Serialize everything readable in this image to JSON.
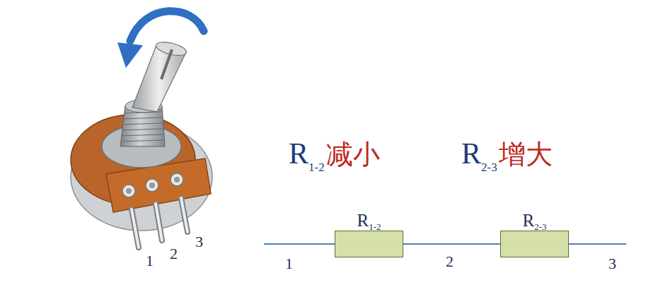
{
  "diagram": {
    "nodes": [
      {
        "text": [
          "R",
          "1-2"
        ]
      },
      {
        "text": [
          "R",
          "2-3"
        ]
      }
    ],
    "edges": [
      {
        "from": 0,
        "to": 1,
        "arrow": "none"
      }
    ],
    "labels": [
      "1",
      "2",
      "3",
      "1",
      "2",
      "3",
      "R",
      "1-2",
      "减小",
      "R",
      "2-3",
      "增大"
    ]
  }
}
